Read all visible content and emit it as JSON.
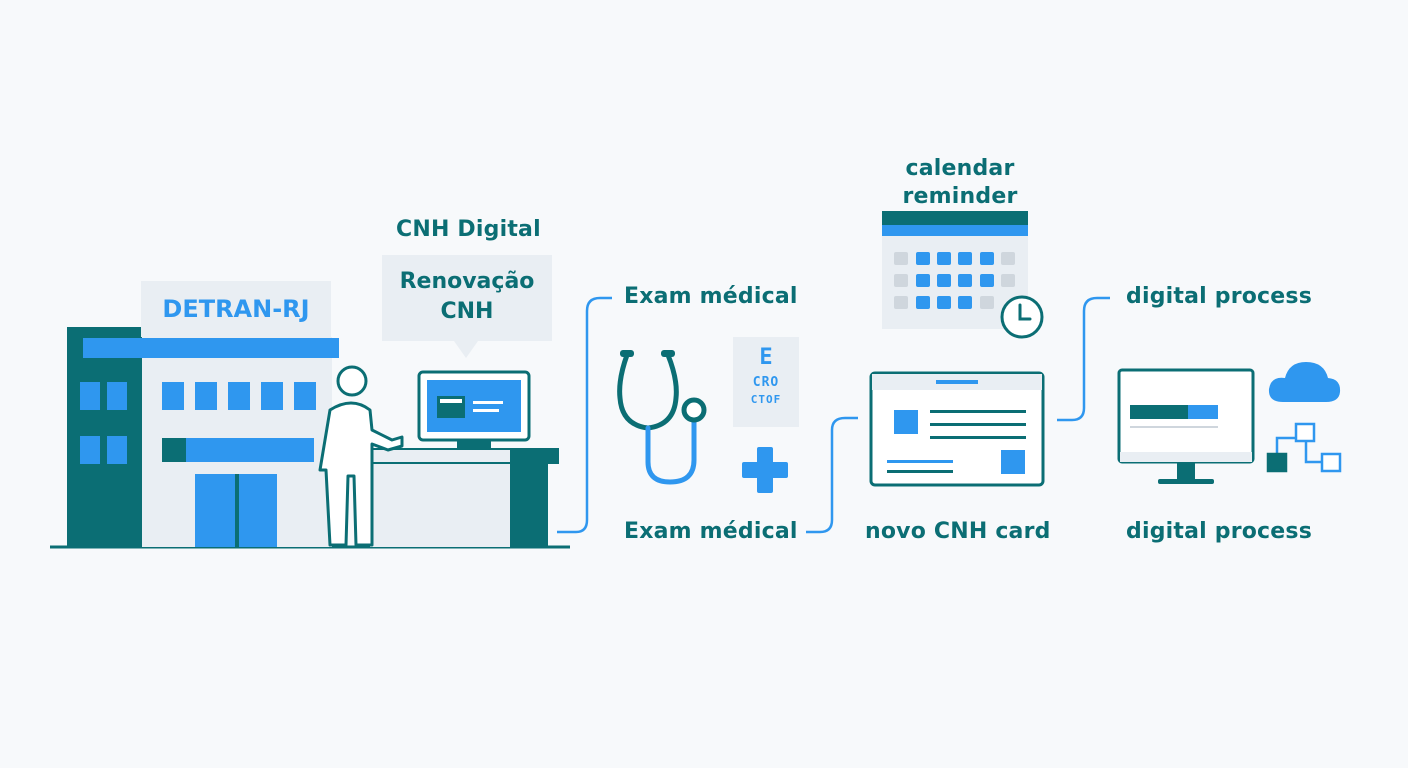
{
  "building": {
    "sign": "DETRAN-RJ"
  },
  "kiosk": {
    "heading": "CNH Digital",
    "bubble_line1": "Renovação",
    "bubble_line2": "CNH"
  },
  "exam": {
    "top_label": "Exam médical",
    "bottom_label": "Exam médical",
    "eye_chart": {
      "row1": "E",
      "row2": "CRO",
      "row3": "CTOF"
    }
  },
  "calendar": {
    "label_line1": "calendar",
    "label_line2": "reminder"
  },
  "card": {
    "label": "novo CNH card"
  },
  "digital": {
    "top_label": "digital process",
    "bottom_label": "digital process"
  },
  "colors": {
    "teal": "#0b6e74",
    "blue": "#2f97ef",
    "light_gray": "#e9eef3",
    "background": "#f7f9fb"
  }
}
